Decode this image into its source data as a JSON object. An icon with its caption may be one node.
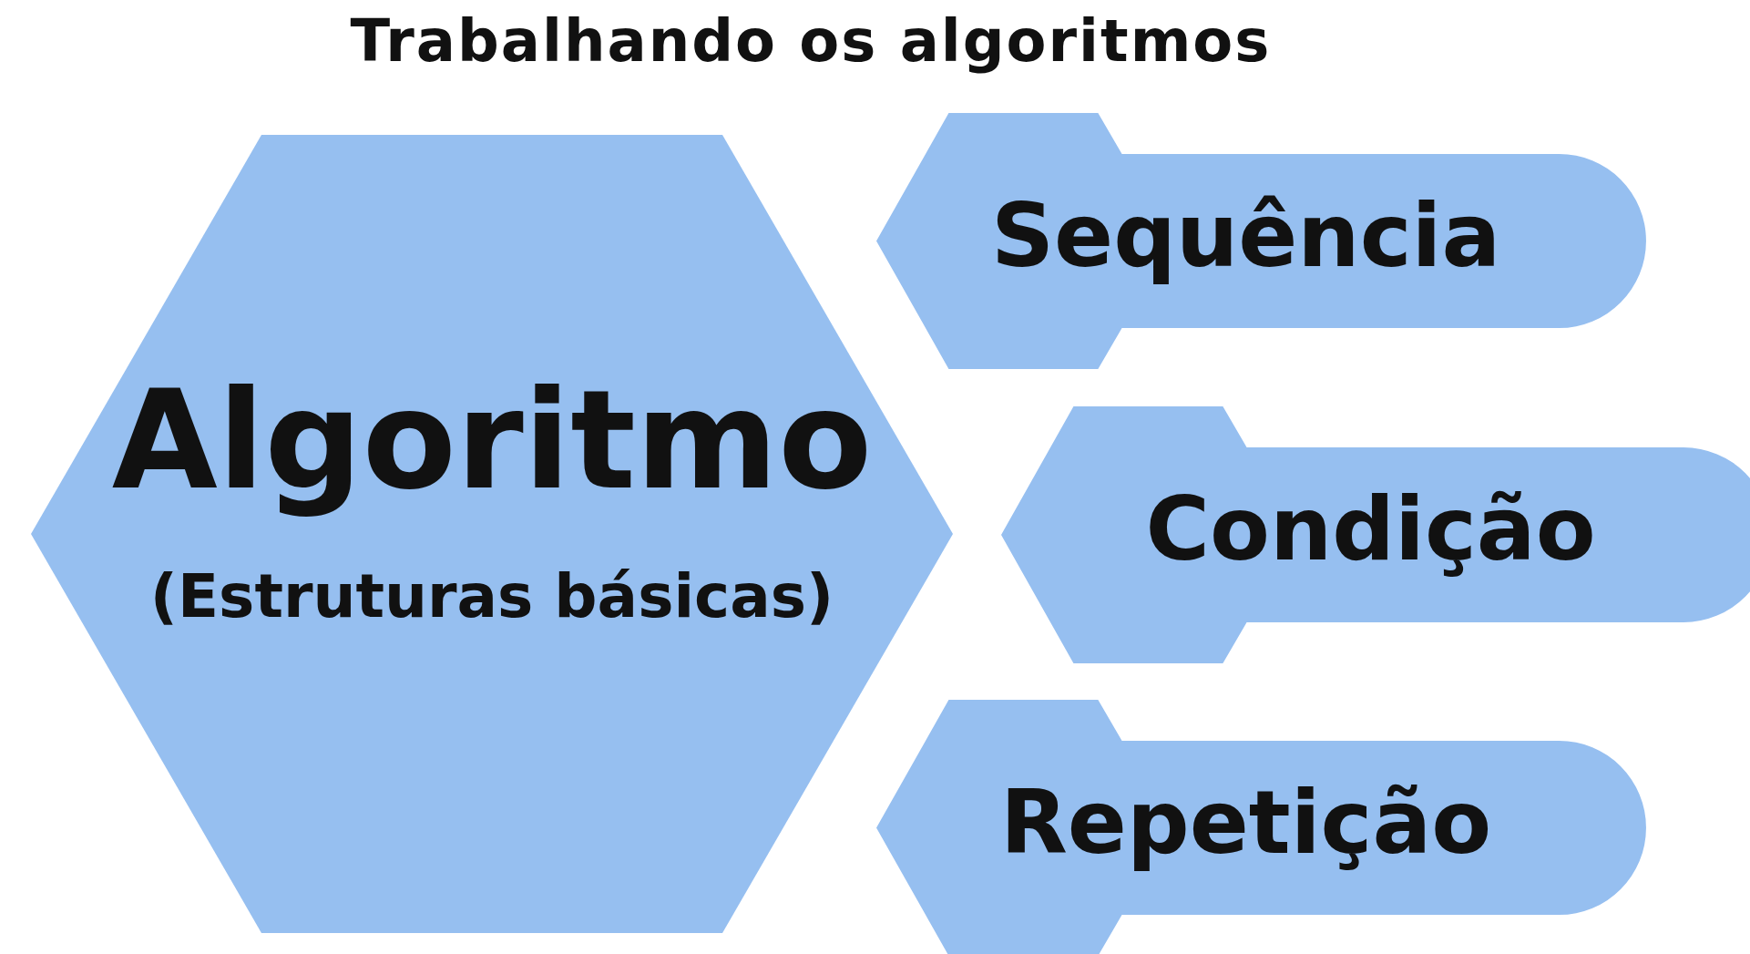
{
  "diagram": {
    "title": "Trabalhando os algoritmos",
    "nodes": [
      {
        "text": [
          "Algoritmo",
          "(Estruturas básicas)"
        ]
      },
      {
        "text": [
          "Sequência"
        ]
      },
      {
        "text": [
          "Condição"
        ]
      },
      {
        "text": [
          "Repetição"
        ]
      }
    ]
  }
}
